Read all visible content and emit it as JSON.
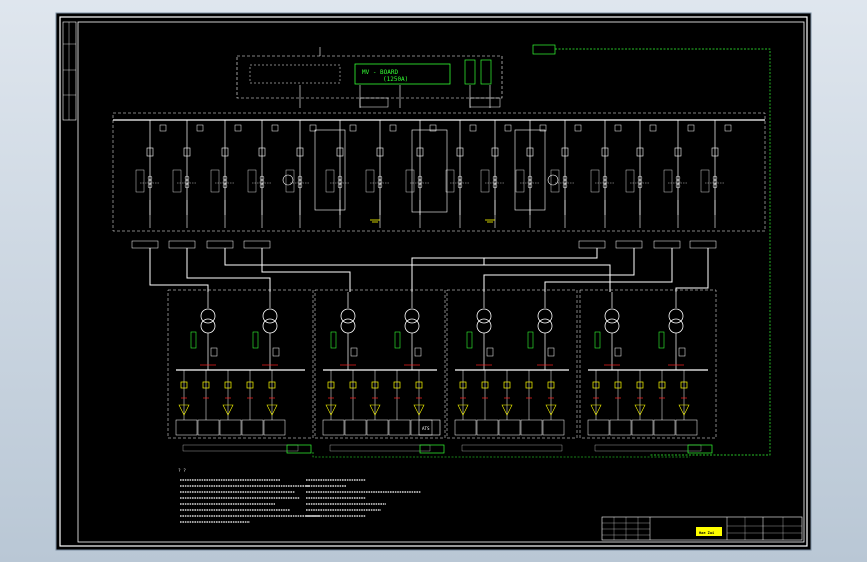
{
  "drawing": {
    "mv_board_label": "MV - BOARD",
    "mv_board_rating": "(1250A)",
    "ats_label": "ATS",
    "notes_heading": "? ?",
    "title_block_logo_text": "Hae Zai"
  },
  "colors": {
    "background": "#000000",
    "line": "#ffffff",
    "accent_green": "#33ff33",
    "accent_yellow": "#ffff00",
    "accent_red": "#ff2020",
    "border_blue": "#4a6a8a"
  },
  "icons": [
    "transformer-icon",
    "circuit-breaker-icon",
    "current-transformer-icon",
    "fuse-icon"
  ]
}
